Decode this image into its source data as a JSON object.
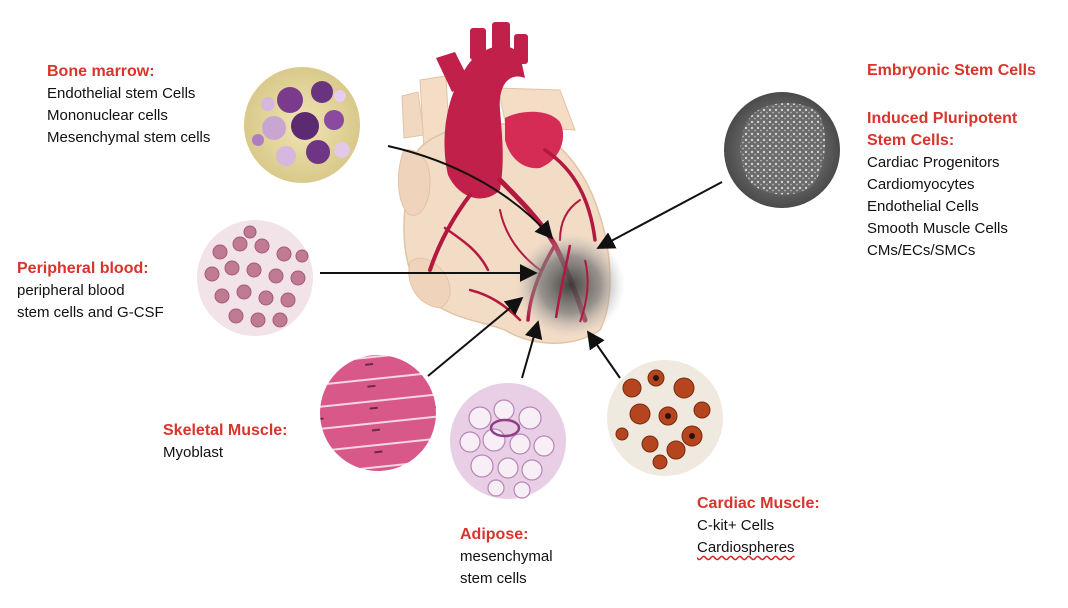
{
  "sources": {
    "bone_marrow": {
      "title": "Bone marrow:",
      "lines": [
        "Endothelial stem Cells",
        "Mononuclear cells",
        "Mesenchymal stem cells"
      ]
    },
    "peripheral_blood": {
      "title": "Peripheral blood:",
      "lines": [
        "peripheral blood",
        "stem cells and G-CSF"
      ]
    },
    "skeletal_muscle": {
      "title": "Skeletal Muscle:",
      "lines": [
        "Myoblast"
      ]
    },
    "adipose": {
      "title": "Adipose:",
      "lines": [
        "mesenchymal",
        "stem cells"
      ]
    },
    "cardiac_muscle": {
      "title": "Cardiac Muscle:",
      "lines": [
        "C-kit+ Cells",
        "Cardiospheres"
      ]
    },
    "embryonic": {
      "title": "Embryonic Stem Cells"
    },
    "ipsc": {
      "title_lines": [
        "Induced Pluripotent",
        "Stem Cells:"
      ],
      "lines": [
        "Cardiac Progenitors",
        "Cardiomyocytes",
        "Endothelial Cells",
        "Smooth Muscle Cells",
        "CMs/ECs/SMCs"
      ]
    }
  },
  "colors": {
    "title_red": "#d9342b",
    "heart_red": "#c0204a",
    "heart_beige": "#f3dcc6",
    "infarct_gray": "#6a6a6a",
    "arrow": "#111111"
  }
}
